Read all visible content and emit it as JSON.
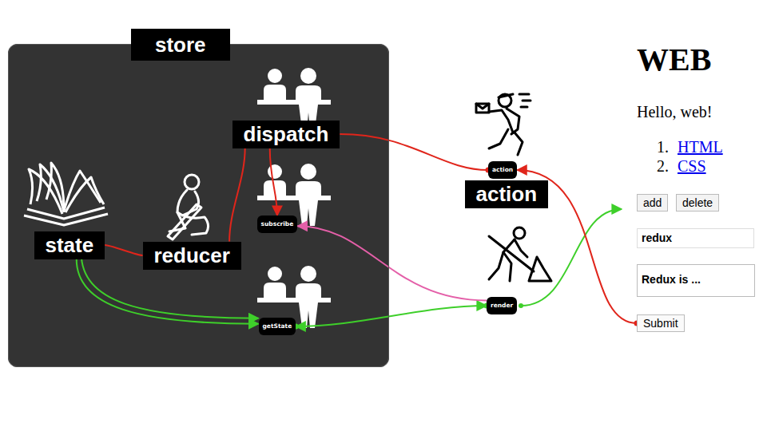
{
  "diagram": {
    "nodes": [
      {
        "text": [
          "store"
        ]
      },
      {
        "text": [
          "dispatch"
        ],
        "in": 0
      },
      {
        "text": [
          "subscribe"
        ],
        "in": 0
      },
      {
        "text": [
          "state"
        ],
        "in": 0
      },
      {
        "text": [
          "reducer"
        ],
        "in": 0
      },
      {
        "text": [
          "getState"
        ],
        "in": 0
      },
      {
        "text": [
          "action"
        ]
      },
      {
        "text": [
          "action"
        ]
      },
      {
        "text": [
          "render"
        ]
      },
      {
        "text": [
          "add"
        ]
      },
      {
        "text": [
          "delete"
        ]
      },
      {
        "text": [
          "redux"
        ]
      },
      {
        "text": [
          "Redux is ..."
        ]
      },
      {
        "text": [
          "Submit"
        ]
      }
    ],
    "edges": [
      {
        "from": 1,
        "to": 6,
        "arrow": "none"
      },
      {
        "from": 13,
        "to": 6,
        "arrow": "to"
      },
      {
        "from": 1,
        "to": 2,
        "arrow": "to"
      },
      {
        "from": 3,
        "to": 4,
        "arrow": "none"
      },
      {
        "from": 4,
        "to": 1,
        "arrow": "none"
      },
      {
        "from": 3,
        "to": 5,
        "arrow": "to"
      },
      {
        "from": 5,
        "to": 8,
        "arrow": "both"
      },
      {
        "from": 8,
        "to": 2,
        "arrow": "to"
      }
    ],
    "labels": [
      "WEB",
      "Hello, web!",
      "1.",
      "HTML",
      "2.",
      "CSS"
    ]
  }
}
